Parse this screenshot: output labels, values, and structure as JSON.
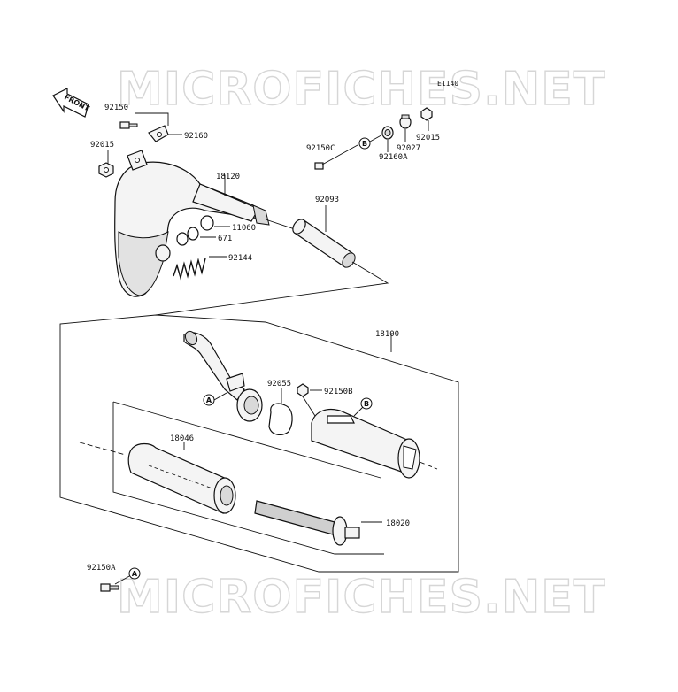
{
  "diagram_code": "E1140",
  "watermark": "MICROFICHES.NET",
  "front_label": "FRONT",
  "callouts": {
    "a": "A",
    "b": "B"
  },
  "parts": {
    "p92150": "92150",
    "p92160": "92160",
    "p92015_left": "92015",
    "p18120": "18120",
    "p11060": "11060",
    "p671": "671",
    "p92144": "92144",
    "p92093": "92093",
    "p92150C": "92150C",
    "p92160A": "92160A",
    "p92027": "92027",
    "p92015_right": "92015",
    "p18100": "18100",
    "p92055": "92055",
    "p92150B": "92150B",
    "p18046": "18046",
    "p18020": "18020",
    "p92150A": "92150A"
  }
}
